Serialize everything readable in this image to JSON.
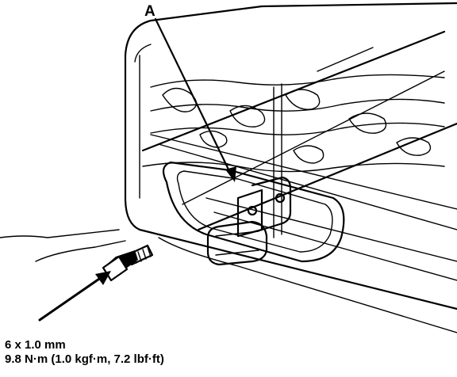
{
  "labels": {
    "callout_a": "A"
  },
  "fastener": {
    "size": "6 x 1.0 mm",
    "torque": "9.8 N·m (1.0 kgf·m, 7.2 lbf·ft)"
  },
  "colors": {
    "ink": "#000000",
    "paper": "#ffffff"
  }
}
